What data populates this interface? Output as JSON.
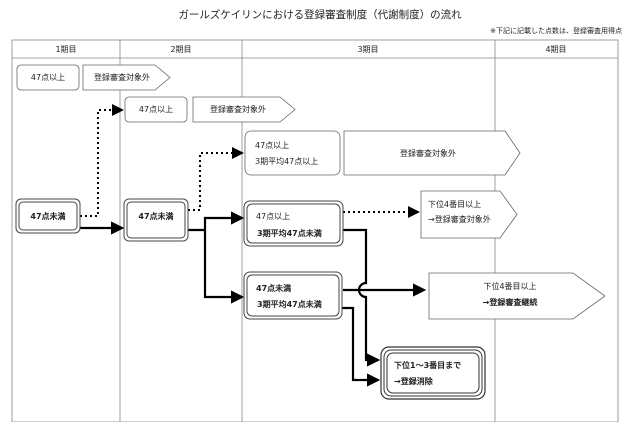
{
  "title": "ガールズケイリンにおける登録審査制度（代謝制度）の流れ",
  "note": "※下記に記載した点数は、登録審査用得点",
  "columns": [
    "1期目",
    "2期目",
    "3期目",
    "4期目"
  ],
  "p1": {
    "above": "47点以上",
    "exempt": "登録審査対象外",
    "below": "47点未満"
  },
  "p2": {
    "above": "47点以上",
    "exempt": "登録審査対象外",
    "below": "47点未満"
  },
  "p3": {
    "a_line1": "47点以上",
    "a_line2": "3期平均47点以上",
    "a_exempt": "登録審査対象外",
    "b_line1": "47点以上",
    "b_line2": "3期平均47点未満",
    "c_line1": "47点未満",
    "c_line2": "3期平均47点未満"
  },
  "p4": {
    "b_line1": "下位4番目以上",
    "b_line2": "→登録審査対象外",
    "c_line1": "下位4番目以上",
    "c_line2": "→登録審査継続",
    "d_line1": "下位1～3番目まで",
    "d_line2": "→登録消除"
  }
}
